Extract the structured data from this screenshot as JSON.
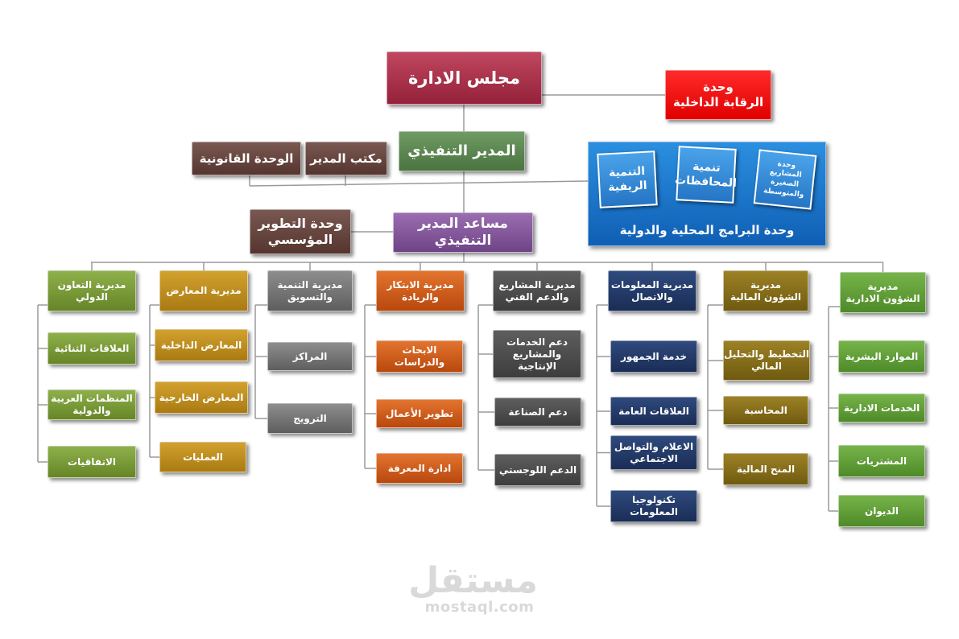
{
  "top": {
    "board": "مجلس الادارة",
    "internal_audit": [
      "وحدة",
      "الرقابة الداخلية"
    ],
    "executive_director": "المدير التنفيذي",
    "director_office": "مكتب المدير",
    "legal_unit": "الوحدة القانونية",
    "assistant_director": "مساعد المدير التنفيذي",
    "institutional_dev": [
      "وحدة التطوير",
      "المؤسسي"
    ]
  },
  "programs_panel": {
    "label": "وحدة البرامج المحلية والدولية",
    "cards": [
      [
        "التنمية",
        "الريفية"
      ],
      [
        "تنمية",
        "المحافظات"
      ],
      [
        "وحدة",
        "المشاريع",
        "الصغيرة",
        "والمتوسطة"
      ]
    ]
  },
  "directorates": [
    {
      "head": [
        "مديرية",
        "الشؤون الادارية"
      ],
      "items": [
        [
          "الموارد البشرية"
        ],
        [
          "الخدمات الادارية"
        ],
        [
          "المشتريات"
        ],
        [
          "الديوان"
        ]
      ]
    },
    {
      "head": [
        "مديرية",
        "الشؤون المالية"
      ],
      "items": [
        [
          "التخطيط والتحليل",
          "المالي"
        ],
        [
          "المحاسبة"
        ],
        [
          "المنح المالية"
        ]
      ]
    },
    {
      "head": [
        "مديرية المعلومات",
        "والاتصال"
      ],
      "items": [
        [
          "خدمة الجمهور"
        ],
        [
          "العلاقات العامة"
        ],
        [
          "الاعلام والتواصل",
          "الاجتماعي"
        ],
        [
          "تكنولوجيا",
          "المعلومات"
        ]
      ]
    },
    {
      "head": [
        "مديرية المشاريع",
        "والدعم الفني"
      ],
      "items": [
        [
          "دعم الخدمات",
          "والمشاريع",
          "الإنتاجية"
        ],
        [
          "دعم الصناعة"
        ],
        [
          "الدعم اللوجستي"
        ]
      ]
    },
    {
      "head": [
        "مديرية الابتكار",
        "والريادة"
      ],
      "items": [
        [
          "الابحاث",
          "والدراسات"
        ],
        [
          "تطوير الأعمال"
        ],
        [
          "ادارة المعرفة"
        ]
      ]
    },
    {
      "head": [
        "مديرية التنمية",
        "والتسويق"
      ],
      "items": [
        [
          "المراكز"
        ],
        [
          "الترويج"
        ]
      ]
    },
    {
      "head": [
        "مديرية المعارض"
      ],
      "items": [
        [
          "المعارض الداخلية"
        ],
        [
          "المعارض الخارجية"
        ],
        [
          "العمليات"
        ]
      ]
    },
    {
      "head": [
        "مديرية التعاون",
        "الدولي"
      ],
      "items": [
        [
          "العلاقات الثنائية"
        ],
        [
          "المنظمات العربية",
          "والدولية"
        ],
        [
          "الاتفاقيات"
        ]
      ]
    }
  ],
  "watermark": {
    "arabic": "مستقل",
    "latin": "mostaql.com"
  }
}
